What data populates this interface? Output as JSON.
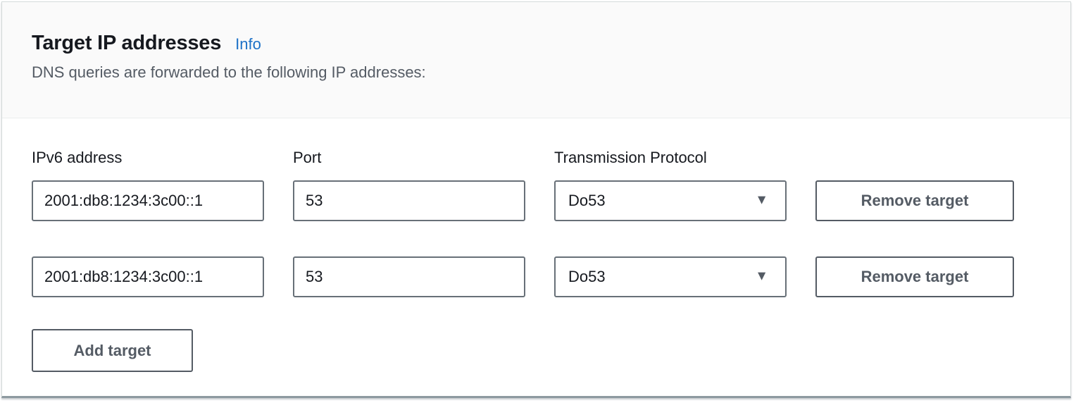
{
  "panel": {
    "title": "Target IP addresses",
    "info_link": "Info",
    "description": "DNS queries are forwarded to the following IP addresses:"
  },
  "columns": {
    "ip_label": "IPv6 address",
    "port_label": "Port",
    "protocol_label": "Transmission Protocol"
  },
  "targets": [
    {
      "ip": "2001:db8:1234:3c00::1",
      "port": "53",
      "protocol": "Do53"
    },
    {
      "ip": "2001:db8:1234:3c00::1",
      "port": "53",
      "protocol": "Do53"
    }
  ],
  "buttons": {
    "remove_label": "Remove target",
    "add_label": "Add target"
  },
  "icons": {
    "dropdown_arrow": "▼"
  },
  "colors": {
    "info_link": "#1d71c7",
    "heading_text": "#16191f",
    "secondary_text": "#545b64",
    "input_border": "#687078",
    "button_border": "#545b64",
    "header_bg": "#fafafa",
    "divider": "#eaeded"
  }
}
